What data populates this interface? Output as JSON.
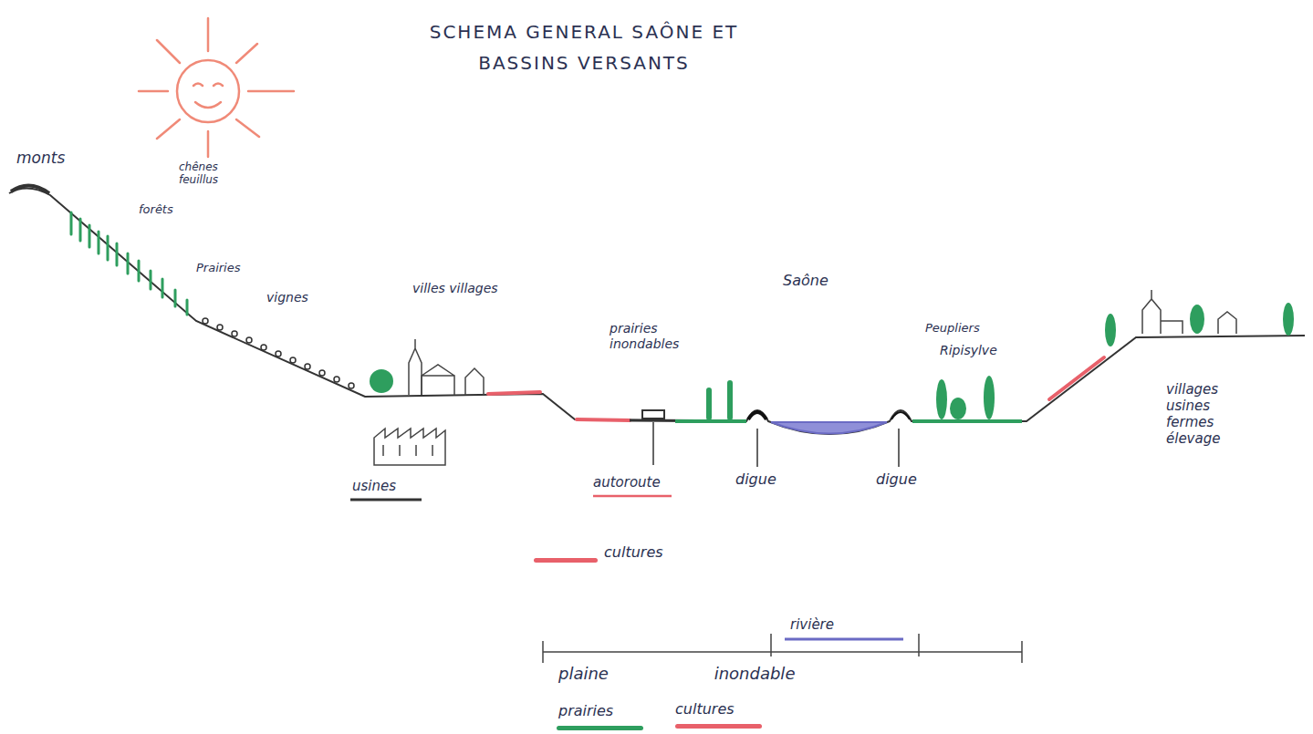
{
  "diagram": {
    "title": "SCHEMA GENERAL SAÔNE ET BASSINS VERSANTS",
    "labels": [
      "monts",
      "forêts",
      "chênes feuillus",
      "Prairies",
      "vignes",
      "villes villages",
      "usines",
      "Saône",
      "prairies inondables",
      "autoroute",
      "digue",
      "digue",
      "Peupliers",
      "Ripisylve",
      "villages usines fermes élevage",
      "rivière",
      "plaine inondable"
    ],
    "legend": [
      {
        "text": "cultures",
        "color": "#e8606a"
      },
      {
        "text": "prairies",
        "color": "#2e9e5e"
      },
      {
        "text": "cultures",
        "color": "#e8606a"
      }
    ]
  }
}
